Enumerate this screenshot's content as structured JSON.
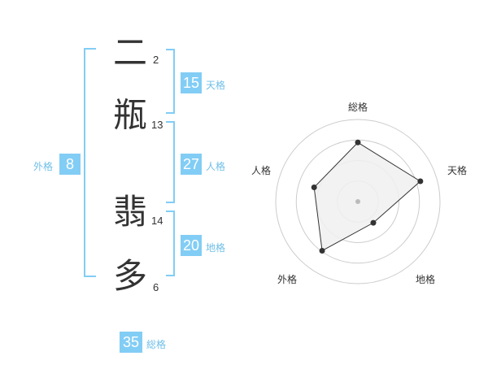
{
  "name": {
    "chars": [
      {
        "char": "二",
        "strokes": "2"
      },
      {
        "char": "瓶",
        "strokes": "13"
      },
      {
        "char": "翡",
        "strokes": "14"
      },
      {
        "char": "多",
        "strokes": "6"
      }
    ]
  },
  "kaku": {
    "tenkaku": {
      "value": "15",
      "label": "天格"
    },
    "jinkaku": {
      "value": "27",
      "label": "人格"
    },
    "chikaku": {
      "value": "20",
      "label": "地格"
    },
    "gaikaku": {
      "value": "8",
      "label": "外格"
    },
    "soukaku": {
      "value": "35",
      "label": "総格"
    }
  },
  "chart_data": {
    "type": "radar",
    "axes": [
      "総格",
      "天格",
      "地格",
      "外格",
      "人格"
    ],
    "values": [
      3.6,
      4.0,
      1.6,
      3.7,
      2.8
    ],
    "max": 5,
    "rings": 4,
    "colors": {
      "fill": "#f0f0f0",
      "line": "#333333",
      "grid": "#cccccc",
      "center": "#bbbbbb"
    }
  }
}
